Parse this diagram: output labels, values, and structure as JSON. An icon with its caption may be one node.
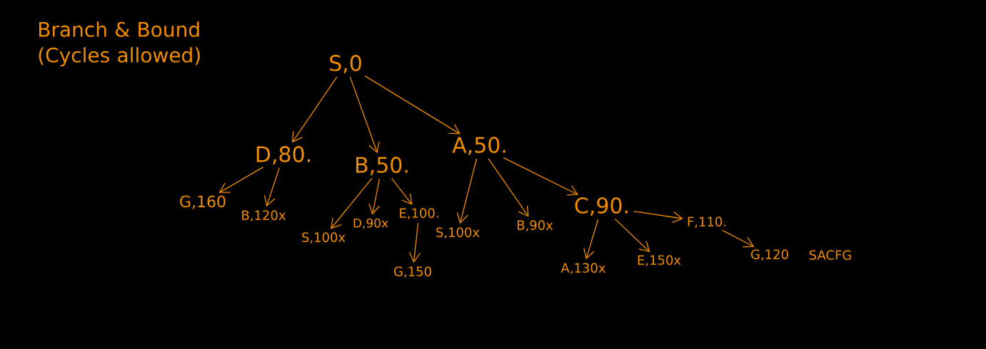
{
  "diagram": {
    "title": "Branch & Bound (Cycles allowed)",
    "nodes": [
      {
        "text": [
          "S,0"
        ]
      },
      {
        "text": [
          "D,80."
        ]
      },
      {
        "text": [
          "B,50."
        ]
      },
      {
        "text": [
          "A,50."
        ]
      },
      {
        "text": [
          "G,160"
        ]
      },
      {
        "text": [
          "B,120x"
        ]
      },
      {
        "text": [
          "S,100x"
        ]
      },
      {
        "text": [
          "D,90x"
        ]
      },
      {
        "text": [
          "E,100."
        ]
      },
      {
        "text": [
          "G,150"
        ]
      },
      {
        "text": [
          "S,100x"
        ]
      },
      {
        "text": [
          "B,90x"
        ]
      },
      {
        "text": [
          "C,90."
        ]
      },
      {
        "text": [
          "A,130x"
        ]
      },
      {
        "text": [
          "E,150x"
        ]
      },
      {
        "text": [
          "F,110."
        ]
      },
      {
        "text": [
          "G,120"
        ]
      }
    ],
    "edges": [
      {
        "from": 0,
        "to": 1,
        "arrow": "to"
      },
      {
        "from": 0,
        "to": 2,
        "arrow": "to"
      },
      {
        "from": 0,
        "to": 3,
        "arrow": "to"
      },
      {
        "from": 1,
        "to": 4,
        "arrow": "to"
      },
      {
        "from": 1,
        "to": 5,
        "arrow": "to"
      },
      {
        "from": 2,
        "to": 6,
        "arrow": "to"
      },
      {
        "from": 2,
        "to": 7,
        "arrow": "to"
      },
      {
        "from": 2,
        "to": 8,
        "arrow": "to"
      },
      {
        "from": 8,
        "to": 9,
        "arrow": "to"
      },
      {
        "from": 3,
        "to": 10,
        "arrow": "to"
      },
      {
        "from": 3,
        "to": 11,
        "arrow": "to"
      },
      {
        "from": 3,
        "to": 12,
        "arrow": "to"
      },
      {
        "from": 12,
        "to": 13,
        "arrow": "to"
      },
      {
        "from": 12,
        "to": 14,
        "arrow": "to"
      },
      {
        "from": 12,
        "to": 15,
        "arrow": "to"
      },
      {
        "from": 15,
        "to": 16,
        "arrow": "to"
      }
    ],
    "labels": [
      "SACFG"
    ]
  }
}
